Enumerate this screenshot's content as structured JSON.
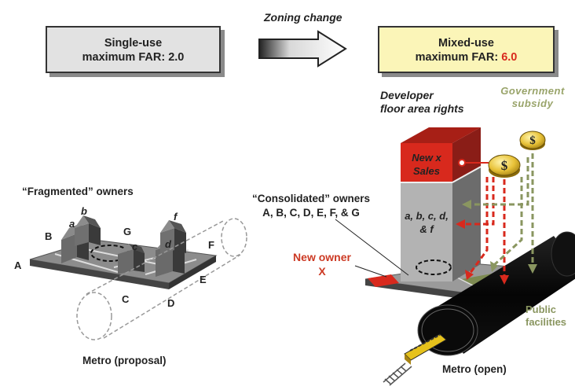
{
  "single_use": {
    "line1": "Single-use",
    "line2_prefix": "maximum FAR: ",
    "far": "2.0"
  },
  "mixed_use": {
    "line1": "Mixed-use",
    "line2_prefix": "maximum FAR: ",
    "far": "6.0"
  },
  "zoning_change": "Zoning change",
  "developer_rights": {
    "line1": "Developer",
    "line2": "floor area rights"
  },
  "government_subsidy": {
    "line1": "Government",
    "line2": "subsidy"
  },
  "fragmented_owners": "“Fragmented” owners",
  "consolidated_owners": {
    "line1": "“Consolidated” owners",
    "line2": "A, B, C, D, E, F, & G"
  },
  "new_owner": {
    "line1": "New owner",
    "line2": "X"
  },
  "new_sales": {
    "line1": "New  x",
    "line2": "Sales"
  },
  "tower_owners": {
    "line1": "a, b, c, d,",
    "line2": "& f"
  },
  "public_facilities": {
    "line1": "Public",
    "line2": "facilities"
  },
  "metro_proposal": "Metro (proposal)",
  "metro_open": "Metro (open)",
  "parcel_labels": {
    "A": "A",
    "B": "B",
    "C": "C",
    "D": "D",
    "E": "E",
    "F": "F",
    "G": "G"
  },
  "house_labels": {
    "a": "a",
    "b": "b",
    "c": "c",
    "d": "d",
    "f": "f"
  },
  "colors": {
    "red": "#d8291d",
    "olive": "#8a9660",
    "gray_box": "#e2e2e2",
    "yellow_box": "#fbf5b8"
  }
}
